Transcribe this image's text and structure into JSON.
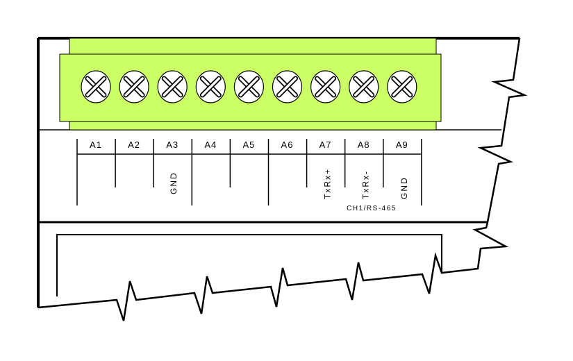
{
  "colors": {
    "terminal_block": "#ccff66",
    "line": "#000000"
  },
  "terminals": [
    {
      "label": "A1",
      "signal": ""
    },
    {
      "label": "A2",
      "signal": ""
    },
    {
      "label": "A3",
      "signal": "GND"
    },
    {
      "label": "A4",
      "signal": ""
    },
    {
      "label": "A5",
      "signal": ""
    },
    {
      "label": "A6",
      "signal": ""
    },
    {
      "label": "A7",
      "signal": "TxRx+"
    },
    {
      "label": "A8",
      "signal": "TxRx-"
    },
    {
      "label": "A9",
      "signal": "GND"
    }
  ],
  "channel_label": "CH1/RS-465"
}
